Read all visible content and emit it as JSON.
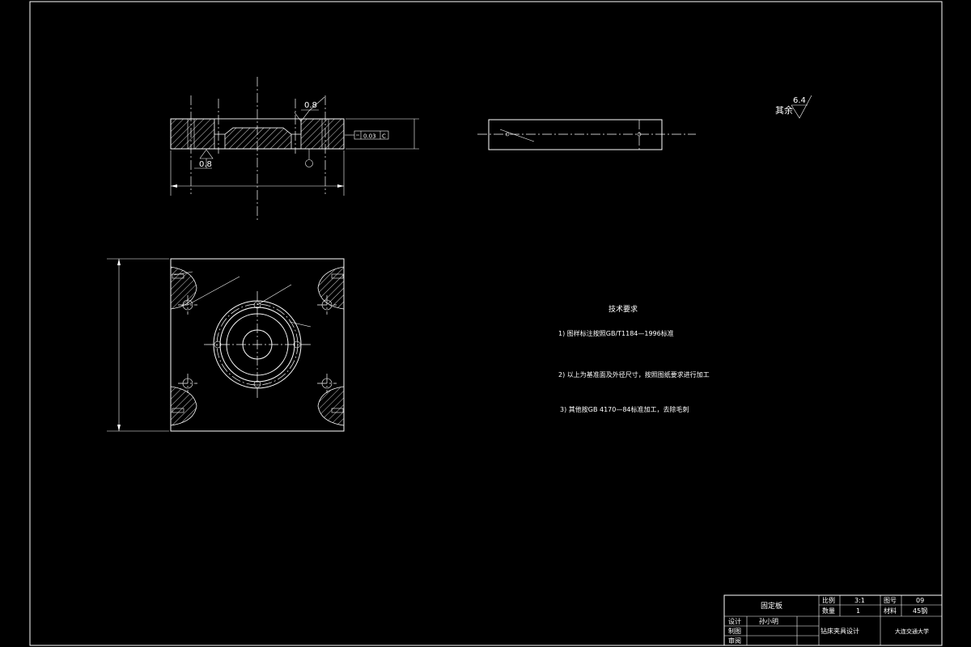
{
  "drawing": {
    "surface_finish": {
      "top_mark": "0.8",
      "bottom_mark": "0.8",
      "other_prefix": "其余",
      "other_value": "6.4"
    },
    "flatness": {
      "value": "0.03",
      "datum": "C"
    },
    "technical_requirements": {
      "title": "技术要求",
      "items": [
        "1) 图样标注按照GB/T1184—1996标准",
        "2) 以上为基准面及外径尺寸，按照图纸要求进行加工",
        "3) 其他按GB 4170—84标准加工，去除毛刺"
      ]
    }
  },
  "title_block": {
    "part_name": "固定板",
    "scale_label": "比例",
    "scale_value": "3:1",
    "drawing_no_label": "图号",
    "drawing_no_value": "09",
    "quantity_label": "数量",
    "quantity_value": "1",
    "material_label": "材料",
    "material_value": "45钢",
    "designer_label": "设计",
    "designer_name": "孙小明",
    "drafter_label": "制图",
    "reviewer_label": "审阅",
    "project_title": "钻床夹具设计",
    "school": "大连交通大学"
  }
}
